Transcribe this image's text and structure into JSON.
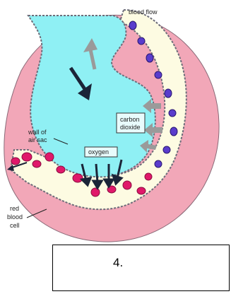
{
  "labels": {
    "blood_flow": "blood flow",
    "wall_line1": "wall of",
    "wall_line2": "air sac",
    "carbon_line1": "carbon",
    "carbon_line2": "dioxide",
    "oxygen": "oxygen",
    "rbc_line1": "red",
    "rbc_line2": "blood",
    "rbc_line3": "cell"
  },
  "answer": {
    "label": "4."
  },
  "colors": {
    "alveolus_wall": "#f2a7b8",
    "air_space": "#8ff0f4",
    "capillary": "#fdfbe2",
    "cell_membrane": "#6d6d7a",
    "oxygenated_cell": "#e0186a",
    "deoxygenated_cell": "#5a3ccc",
    "oxygen_arrow": "#1b2438",
    "co2_arrow": "#9a9a9a"
  }
}
